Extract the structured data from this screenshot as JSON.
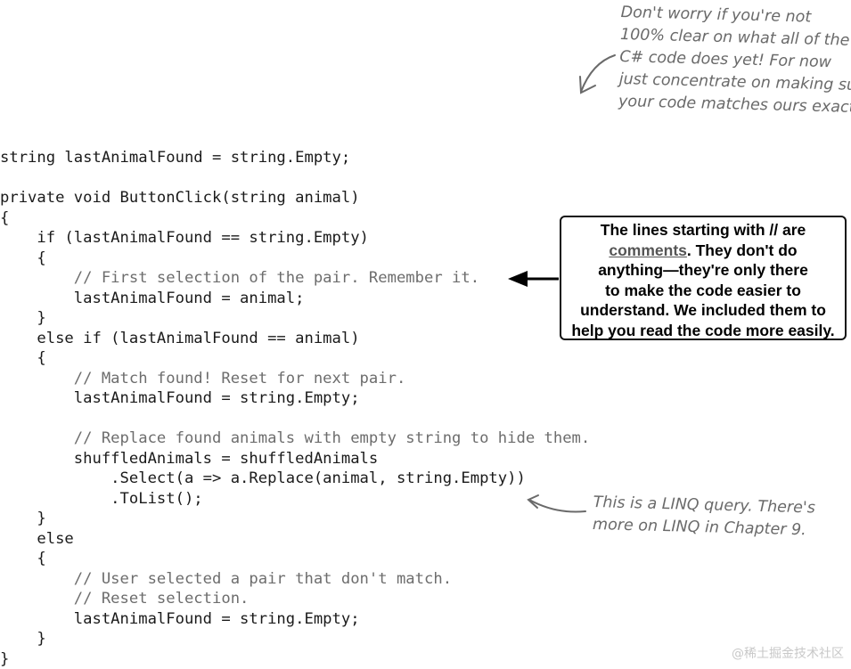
{
  "code_lines": [
    "string lastAnimalFound = string.Empty;",
    "",
    "private void ButtonClick(string animal)",
    "{",
    "    if (lastAnimalFound == string.Empty)",
    "    {",
    "        // First selection of the pair. Remember it.",
    "        lastAnimalFound = animal;",
    "    }",
    "    else if (lastAnimalFound == animal)",
    "    {",
    "        // Match found! Reset for next pair.",
    "        lastAnimalFound = string.Empty;",
    "",
    "        // Replace found animals with empty string to hide them.",
    "        shuffledAnimals = shuffledAnimals",
    "            .Select(a => a.Replace(animal, string.Empty))",
    "            .ToList();",
    "    }",
    "    else",
    "    {",
    "        // User selected a pair that don't match.",
    "        // Reset selection.",
    "        lastAnimalFound = string.Empty;",
    "    }",
    "}"
  ],
  "note_top": {
    "lines": [
      "Don't worry if you're not",
      "100% clear on what all of the",
      "C# code does yet! For now",
      "just concentrate on making sure",
      "your code matches ours exactly."
    ]
  },
  "callout": {
    "line1": "The lines starting with // are",
    "line2_link": "comments",
    "line2_rest": ". They don't do",
    "line3": "anything—they're only there",
    "line4": "to make the code easier to",
    "line5": "understand. We included them to",
    "line6": "help you read the code more easily."
  },
  "note_linq": {
    "lines": [
      "This is a LINQ query. There's",
      "more on LINQ in Chapter 9."
    ]
  },
  "watermark": "@稀土掘金技术社区",
  "colors": {
    "text": "#1a1a1a",
    "comment": "#6d6d6d",
    "handwriting": "#6a6a6a",
    "callout_border": "#111111"
  }
}
